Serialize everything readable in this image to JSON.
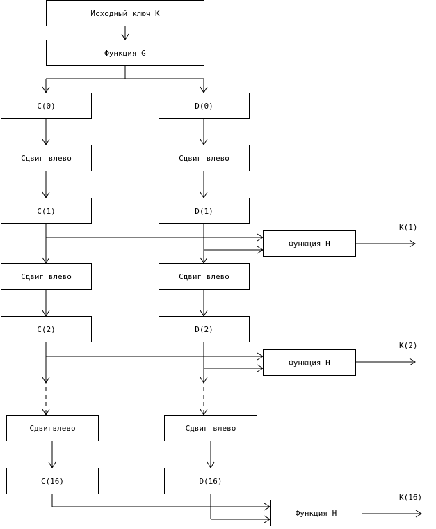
{
  "diagram": {
    "source_key": "Исходный ключ K",
    "function_g": "Функция G",
    "c0": "C(0)",
    "d0": "D(0)",
    "shift_c1": "Сдвиг влево",
    "shift_d1": "Сдвиг влево",
    "c1": "C(1)",
    "d1": "D(1)",
    "function_h1": "Функция H",
    "k1": "K(1)",
    "shift_c2": "Сдвиг влево",
    "shift_d2": "Сдвиг влево",
    "c2": "C(2)",
    "d2": "D(2)",
    "function_h2": "Функция H",
    "k2": "K(2)",
    "shift_c16": "Сдвигвлево",
    "shift_d16": "Сдвиг влево",
    "c16": "C(16)",
    "d16": "D(16)",
    "function_h16": "Функция H",
    "k16": "K(16)"
  }
}
